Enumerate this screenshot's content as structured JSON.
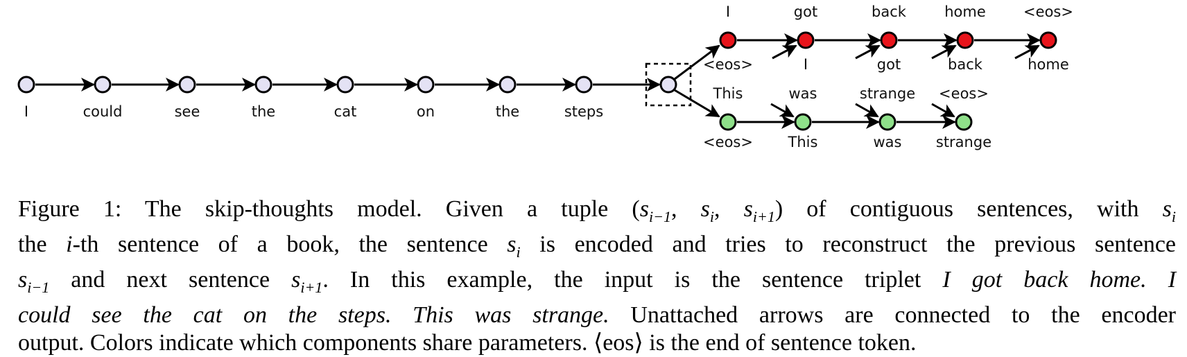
{
  "diagram": {
    "encoder": {
      "words": [
        "I",
        "could",
        "see",
        "the",
        "cat",
        "on",
        "the",
        "steps"
      ],
      "node_color": "#e4e2f4"
    },
    "prev_decoder": {
      "outputs": [
        "I",
        "got",
        "back",
        "home",
        "<eos>"
      ],
      "inputs": [
        "<eos>",
        "I",
        "got",
        "back",
        "home"
      ],
      "node_color": "#e8141b"
    },
    "next_decoder": {
      "outputs": [
        "This",
        "was",
        "strange",
        "<eos>"
      ],
      "inputs": [
        "<eos>",
        "This",
        "was",
        "strange"
      ],
      "node_color": "#8fe08a"
    }
  },
  "caption": {
    "l1a": "Figure 1:  The skip-thoughts model. Given a tuple (",
    "s": "s",
    "sub_im1": "i−1",
    "sub_i": "i",
    "sub_ip1": "i+1",
    "comma": ", ",
    "l1b": ") of contiguous sentences, with ",
    "l2a": "the ",
    "l2i": "i",
    "l2b": "-th sentence of a book, the sentence ",
    "l2c": " is encoded and tries to reconstruct the previous sentence",
    "l3a": " and next sentence ",
    "l3b": ".  In this example, the input is the sentence triplet ",
    "l3c": "I got back home.  I",
    "l4a": "could see the cat on the steps.  This was strange.",
    "l4b": "  Unattached arrows are connected to the encoder",
    "l5": "output. Colors indicate which components share parameters. ⟨eos⟩ is the end of sentence token."
  }
}
